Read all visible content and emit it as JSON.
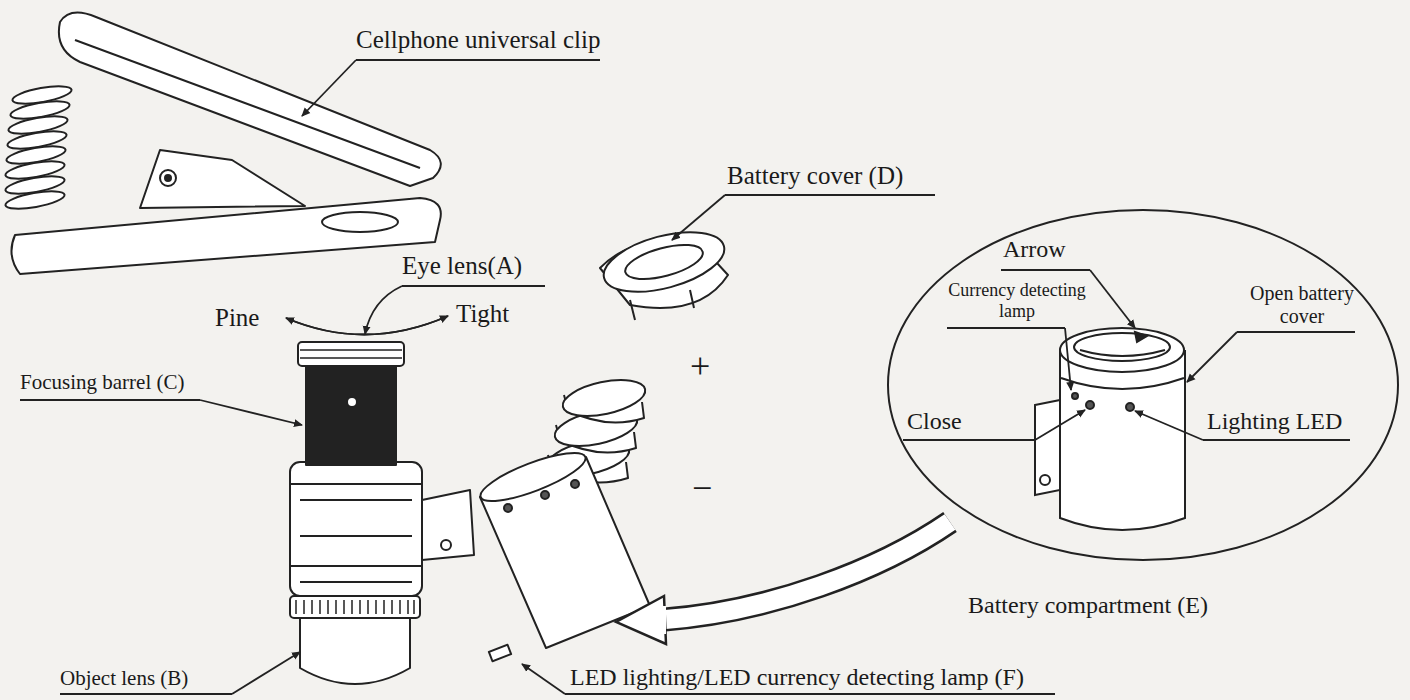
{
  "diagram": {
    "nodes": [
      {
        "text": [
          "Arrow",
          "Currency detecting lamp",
          "Open battery cover",
          "Close",
          "Lighting LED",
          "Battery compartment (E)"
        ]
      }
    ],
    "labels": [
      "Cellphone universal clip",
      "Battery cover (D)",
      "Eye lens(A)",
      "Pine",
      "Tight",
      "Focusing barrel (C)",
      "+",
      "−",
      "Object lens (B)",
      "LED lighting/LED currency detecting lamp (F)"
    ]
  }
}
